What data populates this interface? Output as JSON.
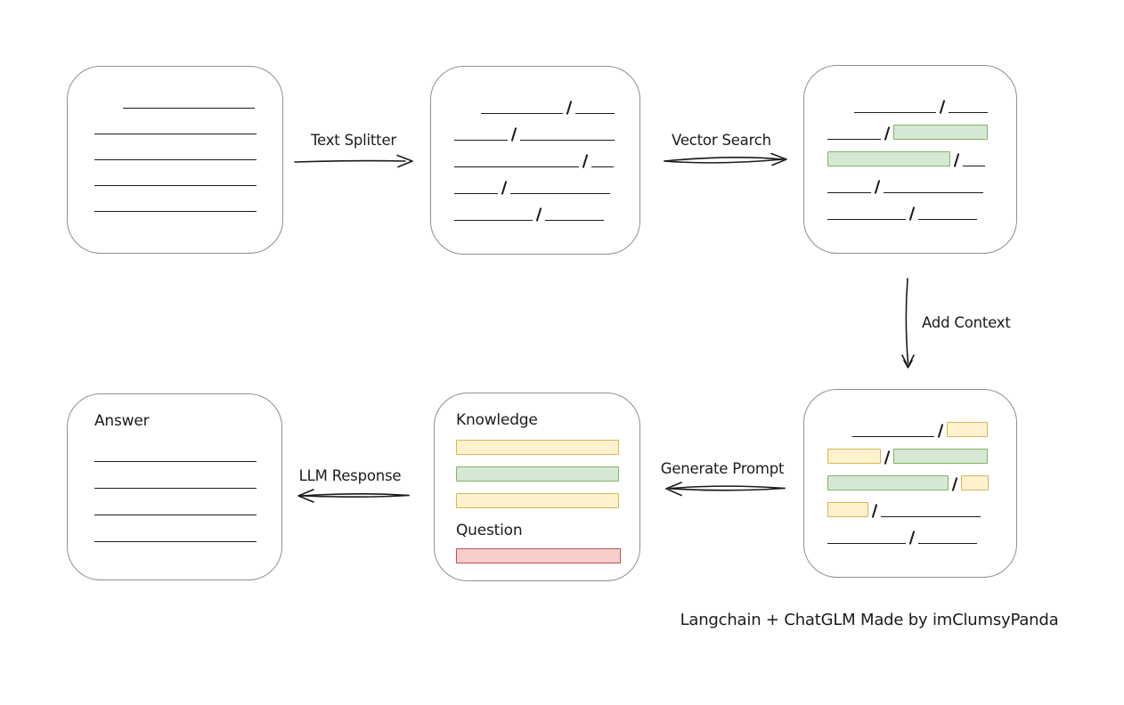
{
  "labels": {
    "text_splitter": "Text Splitter",
    "vector_search": "Vector Search",
    "add_context": "Add Context",
    "generate_prompt": "Generate Prompt",
    "llm_response": "LLM Response",
    "knowledge": "Knowledge",
    "question": "Question",
    "answer": "Answer"
  },
  "footer": {
    "credit": "Langchain + ChatGLM Made by imClumsyPanda"
  },
  "colors": {
    "box_border": "#8f8f8f",
    "stroke": "#1b1b1b",
    "text": "#1b1b1b",
    "green_fill": "#d5e8d4",
    "green_border": "#82b366",
    "yellow_fill": "#fff2cc",
    "yellow_border": "#d6b656",
    "red_fill": "#f8cecc",
    "red_border": "#b85450"
  },
  "nodes": {
    "document": {
      "rows": [
        {
          "indent": 32,
          "segments": [
            {
              "t": "line",
              "w": 148
            }
          ]
        },
        {
          "segments": [
            {
              "t": "line",
              "w": 182
            }
          ]
        },
        {
          "segments": [
            {
              "t": "line",
              "w": 182
            }
          ]
        },
        {
          "segments": [
            {
              "t": "line",
              "w": 182
            }
          ]
        },
        {
          "segments": [
            {
              "t": "line",
              "w": 182
            }
          ]
        }
      ]
    },
    "split_chunks": {
      "rows": [
        {
          "indent": 30,
          "segments": [
            {
              "t": "line",
              "w": 92
            },
            {
              "t": "slash"
            },
            {
              "t": "line",
              "w": 44
            }
          ]
        },
        {
          "segments": [
            {
              "t": "line",
              "w": 60
            },
            {
              "t": "slash"
            },
            {
              "t": "line",
              "w": 106
            }
          ]
        },
        {
          "segments": [
            {
              "t": "line",
              "w": 140
            },
            {
              "t": "slash"
            },
            {
              "t": "line",
              "w": 25
            }
          ]
        },
        {
          "segments": [
            {
              "t": "line",
              "w": 49
            },
            {
              "t": "slash"
            },
            {
              "t": "line",
              "w": 112
            }
          ]
        },
        {
          "segments": [
            {
              "t": "line",
              "w": 88
            },
            {
              "t": "slash"
            },
            {
              "t": "line",
              "w": 66
            }
          ]
        }
      ]
    },
    "vector_results": {
      "rows": [
        {
          "indent": 30,
          "segments": [
            {
              "t": "line",
              "w": 92
            },
            {
              "t": "slash"
            },
            {
              "t": "line",
              "w": 44
            }
          ]
        },
        {
          "segments": [
            {
              "t": "line",
              "w": 60
            },
            {
              "t": "slash"
            },
            {
              "t": "chunk",
              "c": "green",
              "w": 106
            }
          ]
        },
        {
          "segments": [
            {
              "t": "chunk",
              "c": "green",
              "w": 138
            },
            {
              "t": "slash"
            },
            {
              "t": "line",
              "w": 25
            }
          ]
        },
        {
          "segments": [
            {
              "t": "line",
              "w": 49
            },
            {
              "t": "slash"
            },
            {
              "t": "line",
              "w": 112
            }
          ]
        },
        {
          "segments": [
            {
              "t": "line",
              "w": 88
            },
            {
              "t": "slash"
            },
            {
              "t": "line",
              "w": 66
            }
          ]
        }
      ]
    },
    "context_chunks": {
      "rows": [
        {
          "indent": 28,
          "segments": [
            {
              "t": "line",
              "w": 92
            },
            {
              "t": "slash"
            },
            {
              "t": "chunk",
              "c": "yellow",
              "w": 46
            }
          ]
        },
        {
          "segments": [
            {
              "t": "chunk",
              "c": "yellow",
              "w": 60
            },
            {
              "t": "slash"
            },
            {
              "t": "chunk",
              "c": "green",
              "w": 106
            }
          ]
        },
        {
          "segments": [
            {
              "t": "chunk",
              "c": "green",
              "w": 136
            },
            {
              "t": "slash"
            },
            {
              "t": "chunk",
              "c": "yellow",
              "w": 31
            }
          ]
        },
        {
          "segments": [
            {
              "t": "chunk",
              "c": "yellow",
              "w": 46
            },
            {
              "t": "slash"
            },
            {
              "t": "line",
              "w": 112
            }
          ]
        },
        {
          "segments": [
            {
              "t": "line",
              "w": 88
            },
            {
              "t": "slash"
            },
            {
              "t": "line",
              "w": 66
            }
          ]
        }
      ]
    },
    "prompt": {
      "knowledge_bars": [
        {
          "segments": [
            {
              "t": "chunk",
              "c": "yellow",
              "w": 183
            }
          ]
        },
        {
          "segments": [
            {
              "t": "chunk",
              "c": "green",
              "w": 183
            }
          ]
        },
        {
          "segments": [
            {
              "t": "chunk",
              "c": "yellow",
              "w": 183
            }
          ]
        }
      ],
      "question_bars": [
        {
          "segments": [
            {
              "t": "chunk",
              "c": "red",
              "w": 185
            }
          ]
        }
      ]
    },
    "answer": {
      "rows": [
        {
          "segments": [
            {
              "t": "line",
              "w": 182
            }
          ]
        },
        {
          "segments": [
            {
              "t": "line",
              "w": 182
            }
          ]
        },
        {
          "segments": [
            {
              "t": "line",
              "w": 182
            }
          ]
        },
        {
          "segments": [
            {
              "t": "line",
              "w": 182
            }
          ]
        }
      ]
    }
  }
}
